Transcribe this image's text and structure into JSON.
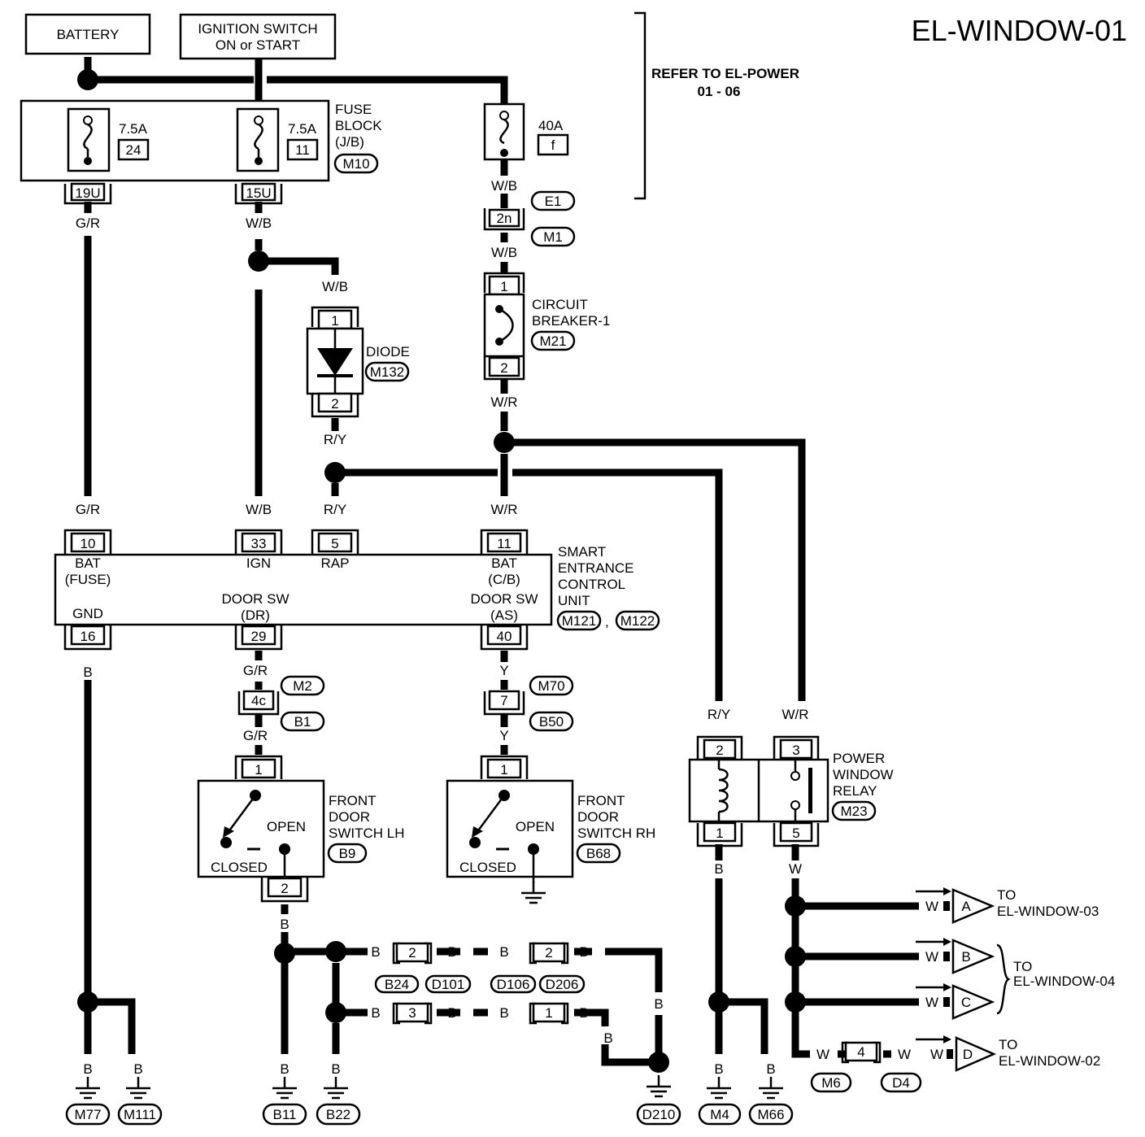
{
  "title": "EL-WINDOW-01",
  "refer_note": [
    "REFER TO EL-POWER",
    "01 - 06"
  ],
  "sources": {
    "battery": "BATTERY",
    "ignition": [
      "IGNITION SWITCH",
      "ON or START"
    ]
  },
  "fuse_block": {
    "label": [
      "FUSE",
      "BLOCK",
      "(J/B)"
    ],
    "connector": "M10",
    "fuse_a": {
      "rating": "7.5A",
      "number": "24",
      "terminal": "19U"
    },
    "fuse_b": {
      "rating": "7.5A",
      "number": "11",
      "terminal": "15U"
    }
  },
  "fuse_40a": {
    "rating": "40A",
    "number": "f"
  },
  "connectors": {
    "e1": "E1",
    "m1": "M1",
    "t2n": "2n",
    "m2": "M2",
    "b1": "B1",
    "t4c": "4c",
    "m70": "M70",
    "b50": "B50",
    "t7": "7",
    "b24": "B24",
    "d101": "D101",
    "d106": "D106",
    "d206": "D206",
    "m6": "M6",
    "d4": "D4"
  },
  "diode": {
    "label": "DIODE",
    "connector": "M132",
    "pin_in": "1",
    "pin_out": "2"
  },
  "circuit_breaker": {
    "label": [
      "CIRCUIT",
      "BREAKER-1"
    ],
    "connector": "M21",
    "pin_in": "1",
    "pin_out": "2"
  },
  "wire_colors": {
    "gr": "G/R",
    "wb": "W/B",
    "ry": "R/Y",
    "wr": "W/R",
    "b": "B",
    "y": "Y",
    "w": "W"
  },
  "control_unit": {
    "name": [
      "SMART",
      "ENTRANCE",
      "CONTROL",
      "UNIT"
    ],
    "connectors": [
      "M121",
      "M122"
    ],
    "pins_top": [
      {
        "num": "10",
        "label": [
          "BAT",
          "(FUSE)"
        ]
      },
      {
        "num": "33",
        "label": [
          "IGN"
        ]
      },
      {
        "num": "5",
        "label": [
          "RAP"
        ]
      },
      {
        "num": "11",
        "label": [
          "BAT",
          "(C/B)"
        ]
      }
    ],
    "pins_bottom": [
      {
        "num": "16",
        "label": [
          "GND"
        ]
      },
      {
        "num": "29",
        "label": [
          "DOOR SW",
          "(DR)"
        ]
      },
      {
        "num": "40",
        "label": [
          "DOOR SW",
          "(AS)"
        ]
      }
    ]
  },
  "switch_lh": {
    "label": [
      "FRONT",
      "DOOR",
      "SWITCH LH"
    ],
    "connector": "B9",
    "open": "OPEN",
    "closed": "CLOSED",
    "pin1": "1",
    "pin2": "2"
  },
  "switch_rh": {
    "label": [
      "FRONT",
      "DOOR",
      "SWITCH RH"
    ],
    "connector": "B68",
    "open": "OPEN",
    "closed": "CLOSED",
    "pin1": "1"
  },
  "relay": {
    "label": [
      "POWER",
      "WINDOW",
      "RELAY"
    ],
    "connector": "M23",
    "pins": [
      "2",
      "3",
      "1",
      "5"
    ]
  },
  "joint_connectors": [
    "2",
    "3",
    "2",
    "1",
    "4"
  ],
  "outputs": [
    {
      "letter": "A",
      "to": "TO",
      "target": "EL-WINDOW-03"
    },
    {
      "letter": "B"
    },
    {
      "letter": "C"
    },
    {
      "letter": "D",
      "to": "TO",
      "target": "EL-WINDOW-02"
    }
  ],
  "bc_target": [
    "TO",
    "EL-WINDOW-04"
  ],
  "grounds": [
    "M77",
    "M111",
    "B11",
    "B22",
    "D210",
    "M4",
    "M66"
  ]
}
